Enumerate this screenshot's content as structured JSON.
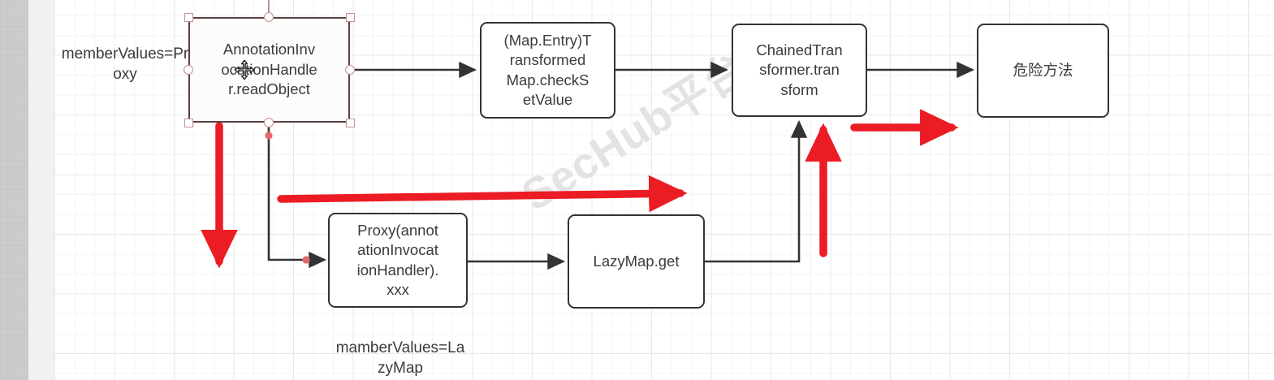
{
  "app": {
    "canvas_background": "#ffffff",
    "grid_color": "#e8e8e8",
    "accent_red": "#EC1C24",
    "node_border": "#333333",
    "selection_color": "#c98f8f"
  },
  "watermark": {
    "text": "SecHub平台"
  },
  "nodes": [
    {
      "id": "annotation-invocation-handler",
      "label": "AnnotationInv\nocationHandle\nr.readObject",
      "selected": true
    },
    {
      "id": "transformed-map-check-set-value",
      "label": "(Map.Entry)T\nransformed\nMap.checkS\netValue",
      "selected": false
    },
    {
      "id": "chained-transformer-transform",
      "label": "ChainedTran\nsformer.tran\nsform",
      "selected": false
    },
    {
      "id": "dangerous-method",
      "label": "危险方法",
      "selected": false
    },
    {
      "id": "proxy-annotation-invocation-handler",
      "label": "Proxy(annot\nationInvocat\nionHandler).\nxxx",
      "selected": false
    },
    {
      "id": "lazy-map-get",
      "label": "LazyMap.get",
      "selected": false
    }
  ],
  "captions": [
    {
      "id": "member-values-proxy",
      "text": "memberValues=Pr\noxy"
    },
    {
      "id": "mamber-values-lazymap",
      "text": "mamberValues=La\nzyMap"
    }
  ],
  "icons": {
    "move_cursor": "move-cursor-icon"
  }
}
